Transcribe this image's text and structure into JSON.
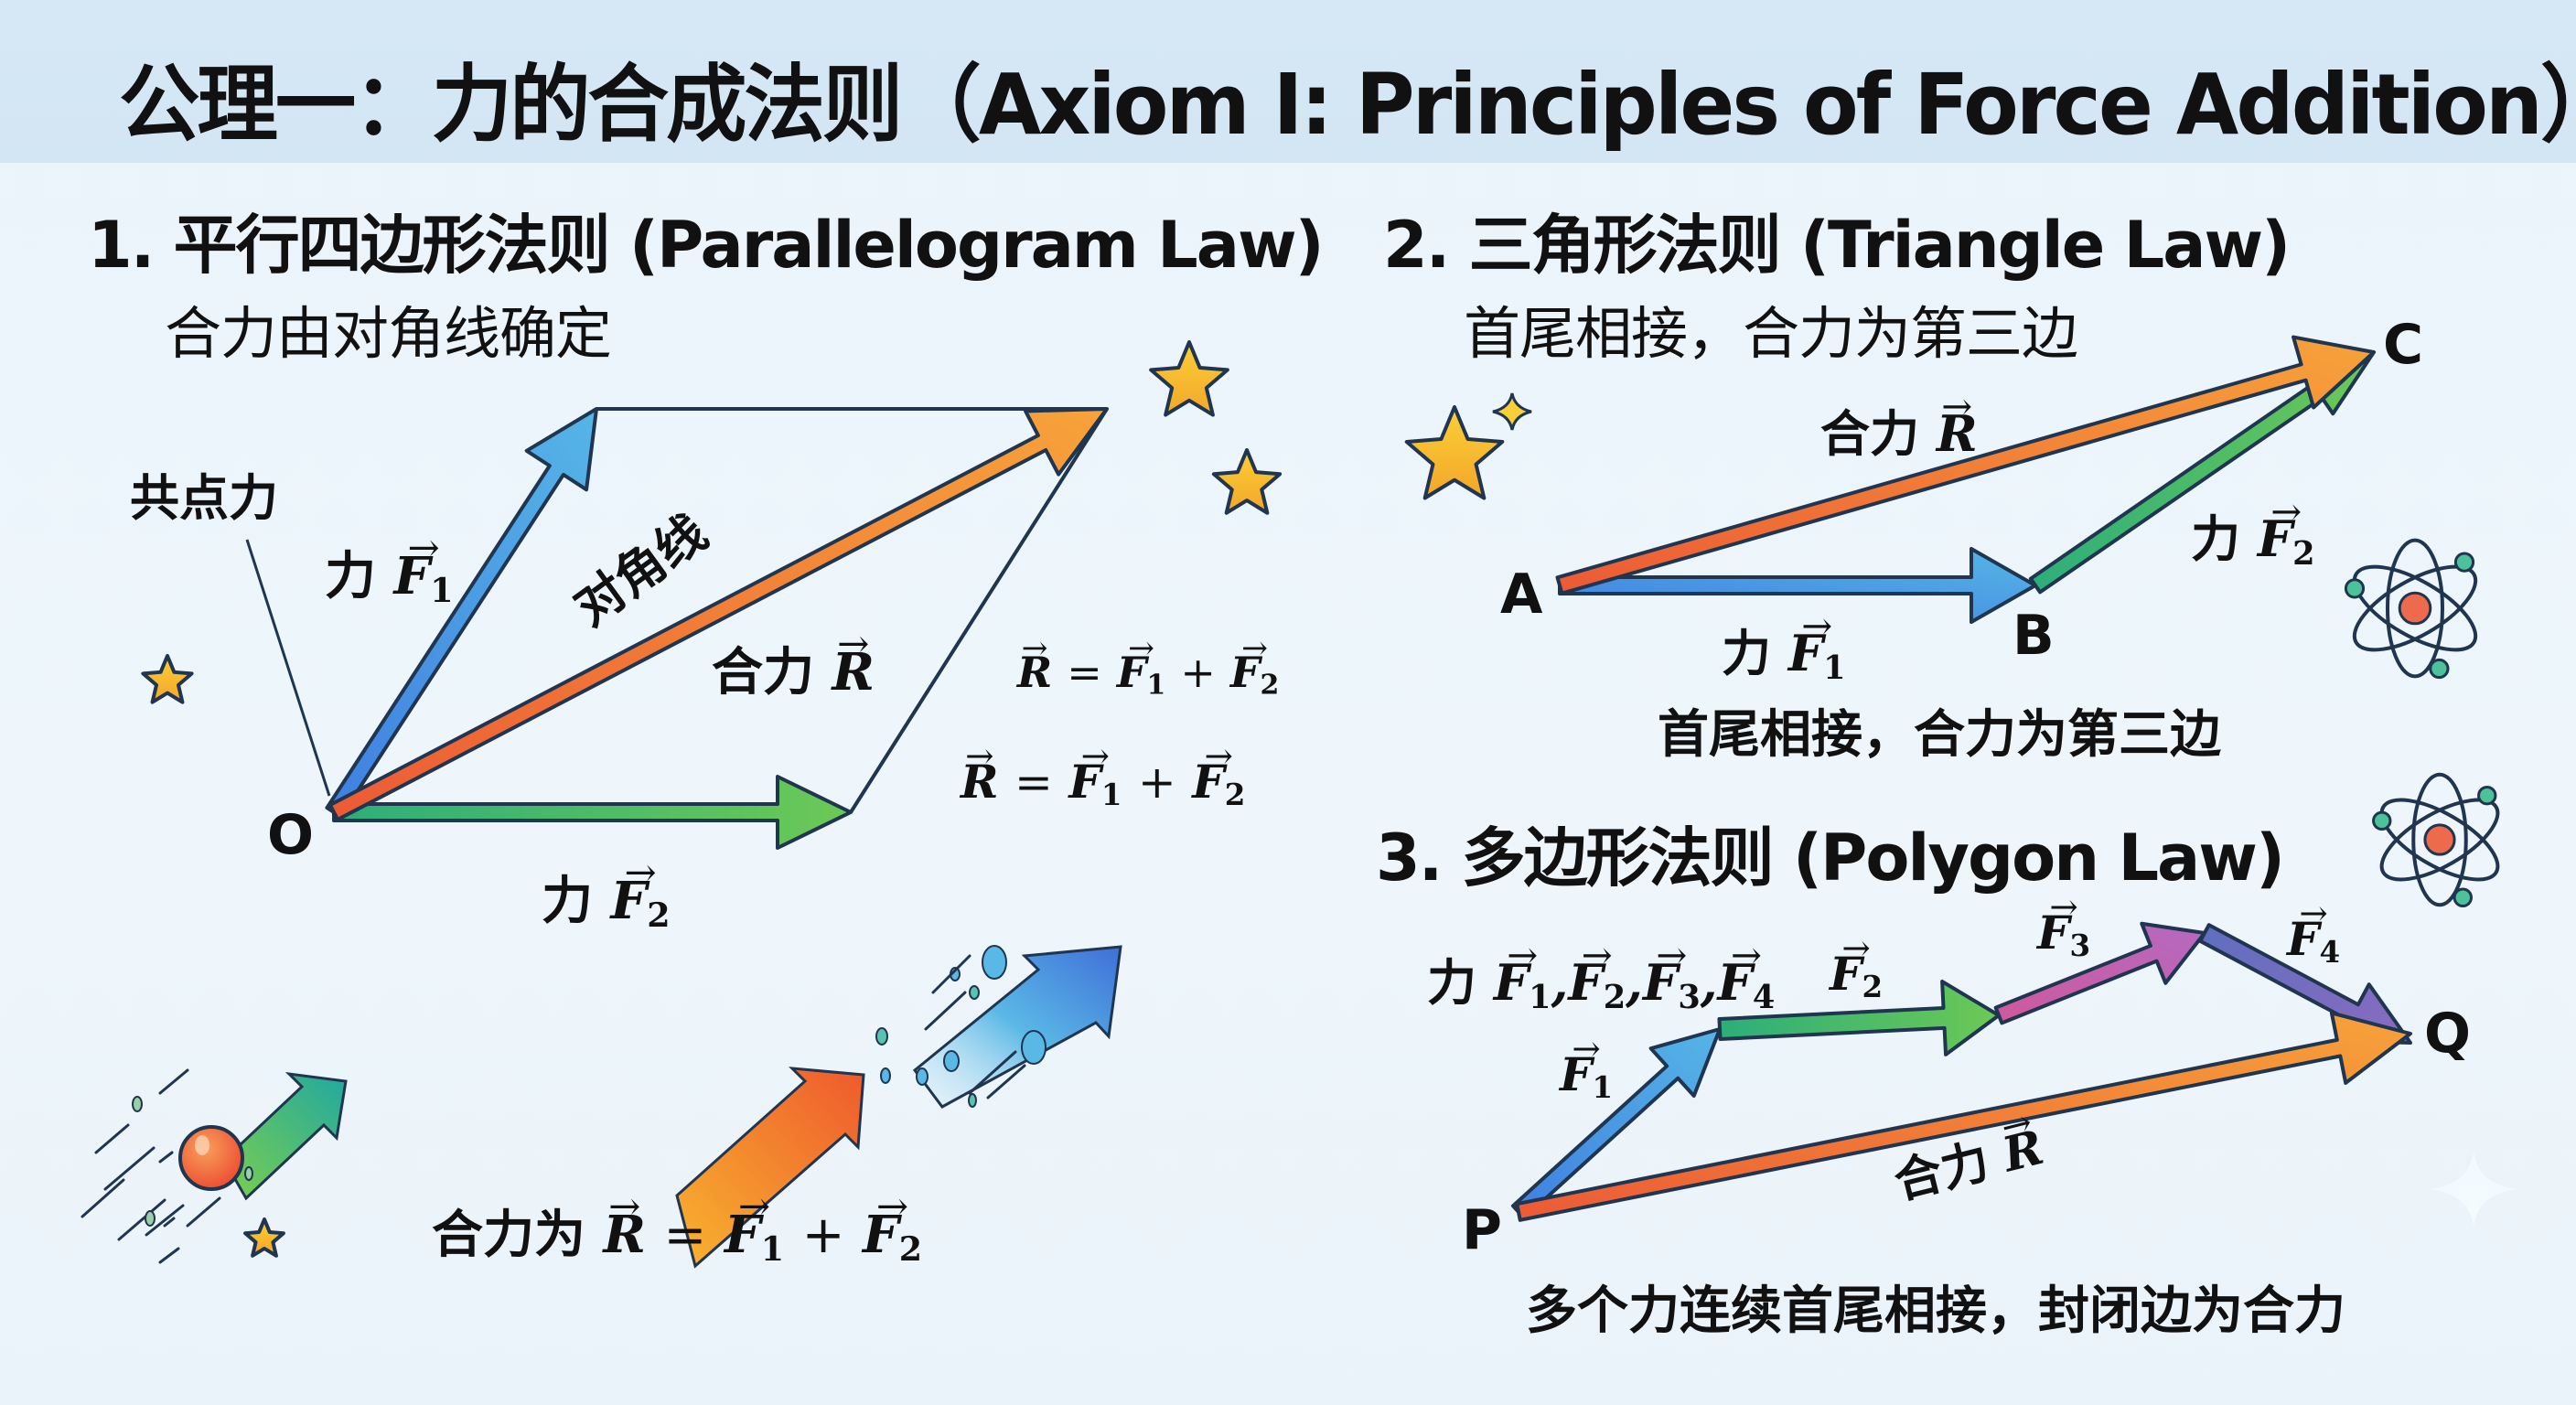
{
  "title": "公理一：力的合成法则（Axiom I: Principles of Force Addition）",
  "sections": {
    "parallelogram": {
      "heading": "1. 平行四边形法则 (Parallelogram Law)",
      "subtitle": "合力由对角线确定",
      "concurrent_label": "共点力",
      "origin_label": "O",
      "diagonal_label": "对角线",
      "force_prefix": "力",
      "resultant_prefix": "合力",
      "f1": "F",
      "f1_sub": "1",
      "f2": "F",
      "f2_sub": "2",
      "r": "R",
      "equation_1": {
        "r": "R",
        "eq": "=",
        "f1": "F",
        "s1": "1",
        "plus": "+",
        "f2": "F",
        "s2": "2"
      },
      "equation_2": {
        "r": "R",
        "eq": "=",
        "f1": "F",
        "s1": "1",
        "plus": "+",
        "f2": "F",
        "s2": "2"
      },
      "bottom_caption": {
        "prefix": "合力为",
        "r": "R",
        "eq": "=",
        "f1": "F",
        "s1": "1",
        "plus": "+",
        "f2": "F",
        "s2": "2"
      }
    },
    "triangle": {
      "heading": "2. 三角形法则 (Triangle Law)",
      "subtitle": "首尾相接，合力为第三边",
      "points": [
        "A",
        "B",
        "C"
      ],
      "resultant_prefix": "合力",
      "r": "R",
      "force_prefix": "力",
      "f1": "F",
      "f1_sub": "1",
      "f2": "F",
      "f2_sub": "2",
      "caption": "首尾相接，合力为第三边"
    },
    "polygon": {
      "heading": "3. 多边形法则 (Polygon Law)",
      "force_list_prefix": "力",
      "force_list": [
        {
          "name": "F",
          "sub": "1"
        },
        {
          "name": "F",
          "sub": "2"
        },
        {
          "name": "F",
          "sub": "3"
        },
        {
          "name": "F",
          "sub": "4"
        }
      ],
      "separator": ",",
      "labels": [
        {
          "name": "F",
          "sub": "1"
        },
        {
          "name": "F",
          "sub": "2"
        },
        {
          "name": "F",
          "sub": "3"
        },
        {
          "name": "F",
          "sub": "4"
        }
      ],
      "points": [
        "P",
        "Q"
      ],
      "resultant_prefix": "合力",
      "r": "R",
      "caption": "多个力连续首尾相接，封闭边为合力"
    }
  },
  "colors": {
    "header_bg": "#d4e7f4",
    "background": "#ecf5fb",
    "outline": "#1f3550",
    "f1_blue": "#4a9be0",
    "f2_green": "#5cbf5a",
    "resultant_orange": "#f39a3a",
    "resultant_red": "#ec5a35",
    "f3_magenta": "#c85aa8",
    "f4_purple": "#7b6bb5",
    "star_yellow": "#f6b92c"
  }
}
